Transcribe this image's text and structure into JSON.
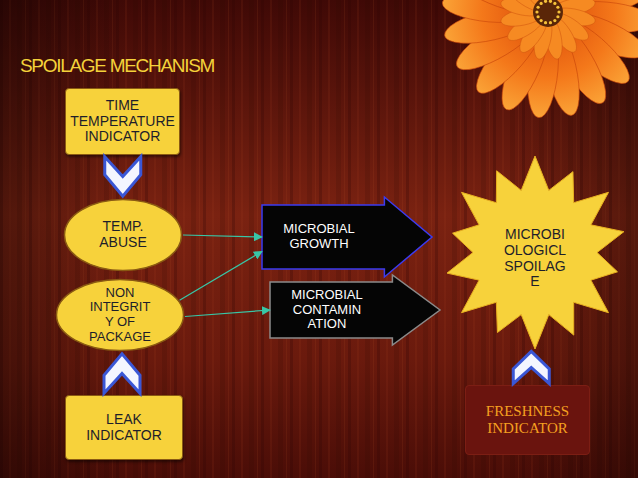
{
  "diagram": {
    "title": "SPOILAGE MECHANISM",
    "nodes": [
      {
        "text": [
          "TIME TEMPERATURE INDICATOR"
        ]
      },
      {
        "text": [
          "TEMP. ABUSE"
        ]
      },
      {
        "text": [
          "NON INTEGRIT Y OF PACKAGE"
        ]
      },
      {
        "text": [
          "LEAK INDICATOR"
        ]
      },
      {
        "text": [
          "MICROBIAL GROWTH"
        ]
      },
      {
        "text": [
          "MICROBIAL CONTAMIN ATION"
        ]
      },
      {
        "text": [
          "MICROBI OLOGICL SPOILAG E"
        ]
      },
      {
        "text": [
          "FRESHNESS INDICATOR"
        ]
      }
    ],
    "edges": [
      {
        "from": 0,
        "to": 1,
        "arrow": "to"
      },
      {
        "from": 1,
        "to": 4,
        "arrow": "to"
      },
      {
        "from": 2,
        "to": 4,
        "arrow": "to"
      },
      {
        "from": 2,
        "to": 5,
        "arrow": "to"
      },
      {
        "from": 3,
        "to": 2,
        "arrow": "to"
      },
      {
        "from": 7,
        "to": 6,
        "arrow": "to"
      }
    ]
  }
}
